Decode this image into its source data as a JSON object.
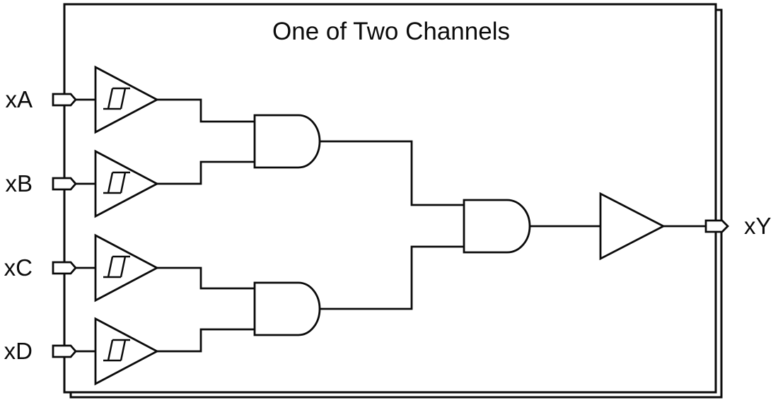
{
  "diagram": {
    "title": "One of Two Channels",
    "channels_shown": "stacked pair of channel boxes (one behind the other)",
    "inputs": [
      {
        "label": "xA",
        "buffer": "schmitt-trigger-buffer"
      },
      {
        "label": "xB",
        "buffer": "schmitt-trigger-buffer"
      },
      {
        "label": "xC",
        "buffer": "schmitt-trigger-buffer"
      },
      {
        "label": "xD",
        "buffer": "schmitt-trigger-buffer"
      }
    ],
    "output": {
      "label": "xY",
      "buffer": "buffer"
    },
    "structure": {
      "and_gate_top_inputs": [
        "xA",
        "xB"
      ],
      "and_gate_bottom_inputs": [
        "xC",
        "xD"
      ],
      "and_gate_final_inputs": [
        "and_gate_top",
        "and_gate_bottom"
      ],
      "final_stage": "buffer to output pin xY"
    },
    "colors": {
      "line": "#0b0b0b",
      "background": "#ffffff"
    }
  }
}
